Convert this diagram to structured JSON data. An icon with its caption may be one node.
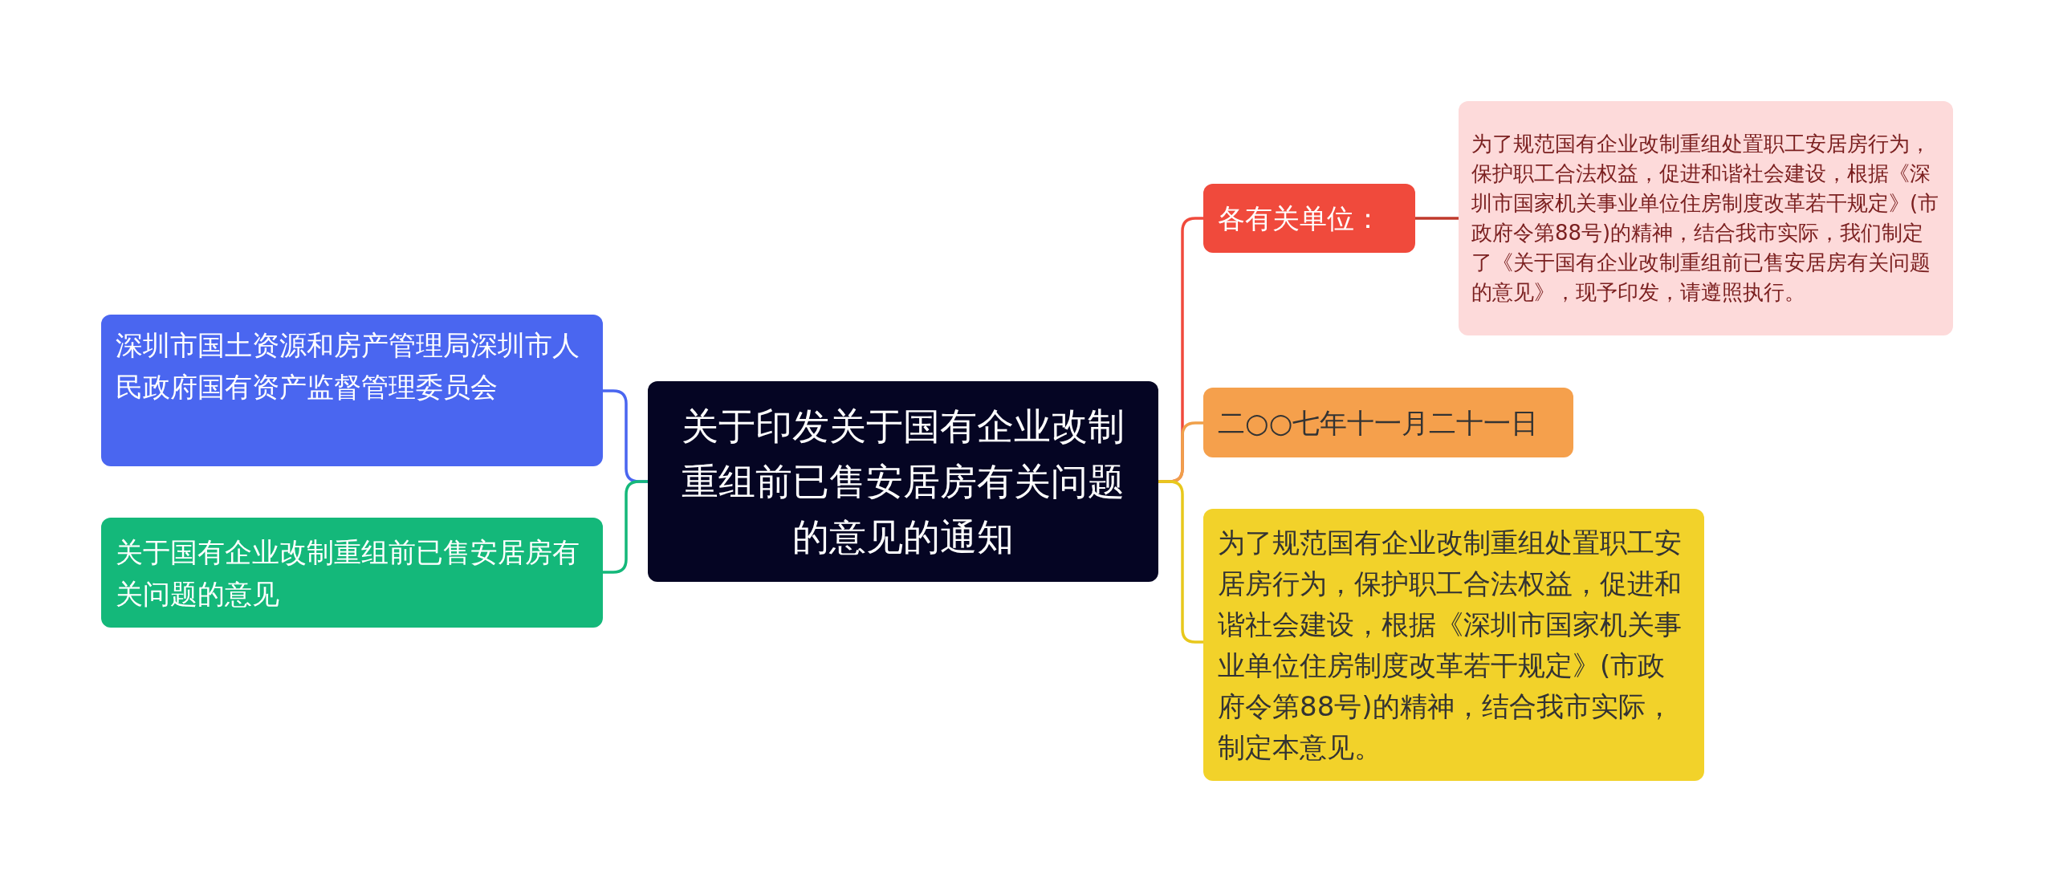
{
  "diagram": {
    "nodes": [
      {
        "text": [
          "关于印发关于国有企业改制重组前已售安居房有关问题的意见的通知"
        ]
      },
      {
        "text": [
          "深圳市国土资源和房产管理局深圳市人民政府国有资产监督管理委员会"
        ]
      },
      {
        "text": [
          "关于国有企业改制重组前已售安居房有关问题的意见"
        ]
      },
      {
        "text": [
          "各有关单位："
        ]
      },
      {
        "text": [
          "为了规范国有企业改制重组处置职工安居房行为，保护职工合法权益，促进和谐社会建设，根据《深圳市国家机关事业单位住房制度改革若干规定》(市政府令第88号)的精神，结合我市实际，我们制定了《关于国有企业改制重组前已售安居房有关问题的意见》，现予印发，请遵照执行。"
        ]
      },
      {
        "text": [
          "二○○七年十一月二十一日"
        ]
      },
      {
        "text": [
          "为了规范国有企业改制重组处置职工安居房行为，保护职工合法权益，促进和谐社会建设，根据《深圳市国家机关事业单位住房制度改革若干规定》(市政府令第88号)的精神，结合我市实际，制定本意见。"
        ]
      }
    ],
    "edges": [
      {
        "from": 0,
        "to": 1,
        "arrow": "none",
        "color": "#4a66f0"
      },
      {
        "from": 0,
        "to": 2,
        "arrow": "none",
        "color": "#14b87a"
      },
      {
        "from": 0,
        "to": 3,
        "arrow": "none",
        "color": "#f04a3c"
      },
      {
        "from": 3,
        "to": 4,
        "arrow": "none",
        "color": "#c0392b"
      },
      {
        "from": 0,
        "to": 5,
        "arrow": "none",
        "color": "#f0a04a"
      },
      {
        "from": 0,
        "to": 6,
        "arrow": "none",
        "color": "#e8c81c"
      }
    ]
  }
}
